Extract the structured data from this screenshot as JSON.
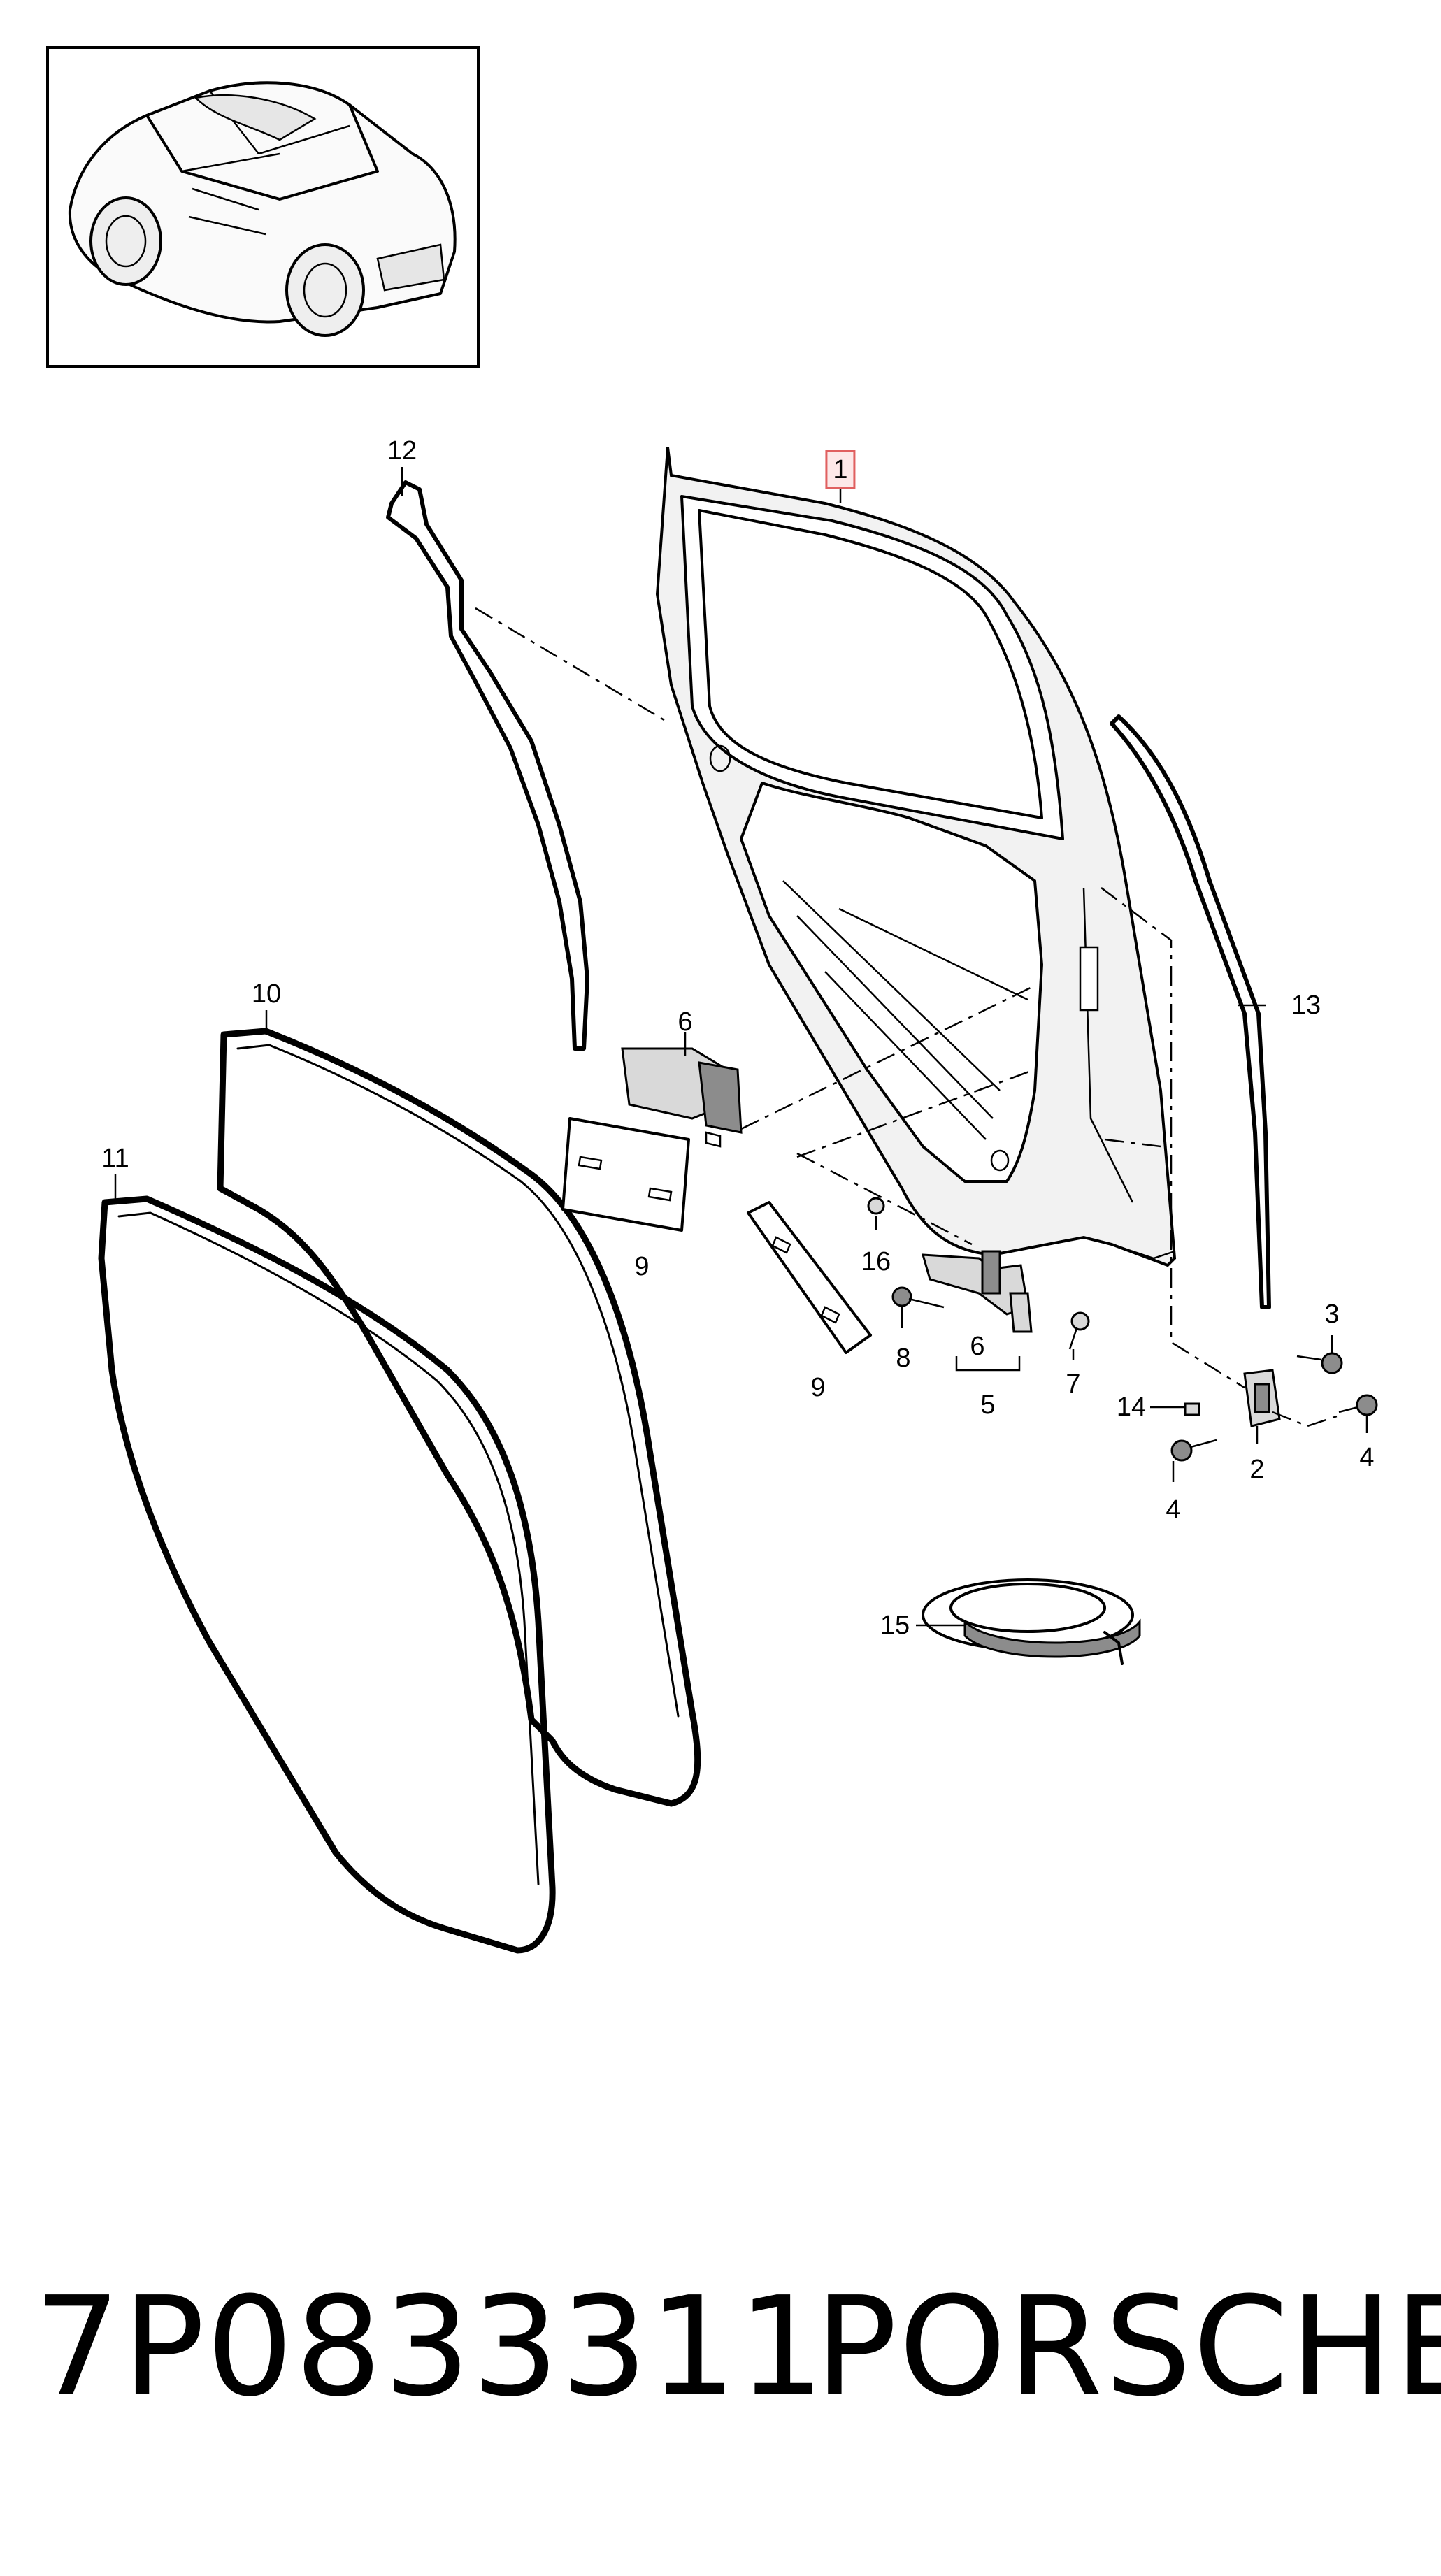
{
  "callouts": {
    "c1": "1",
    "c2": "2",
    "c3": "3",
    "c4a": "4",
    "c4b": "4",
    "c5": "5",
    "c6a": "6",
    "c6b": "6",
    "c7": "7",
    "c8": "8",
    "c9a": "9",
    "c9b": "9",
    "c10": "10",
    "c11": "11",
    "c12": "12",
    "c13": "13",
    "c14": "14",
    "c15": "15",
    "c16": "16"
  },
  "footer": {
    "part_number": "7P0833311",
    "brand": "PORSCHE"
  },
  "colors": {
    "highlight_border": "#e06060",
    "highlight_fill": "#fde8e8"
  }
}
